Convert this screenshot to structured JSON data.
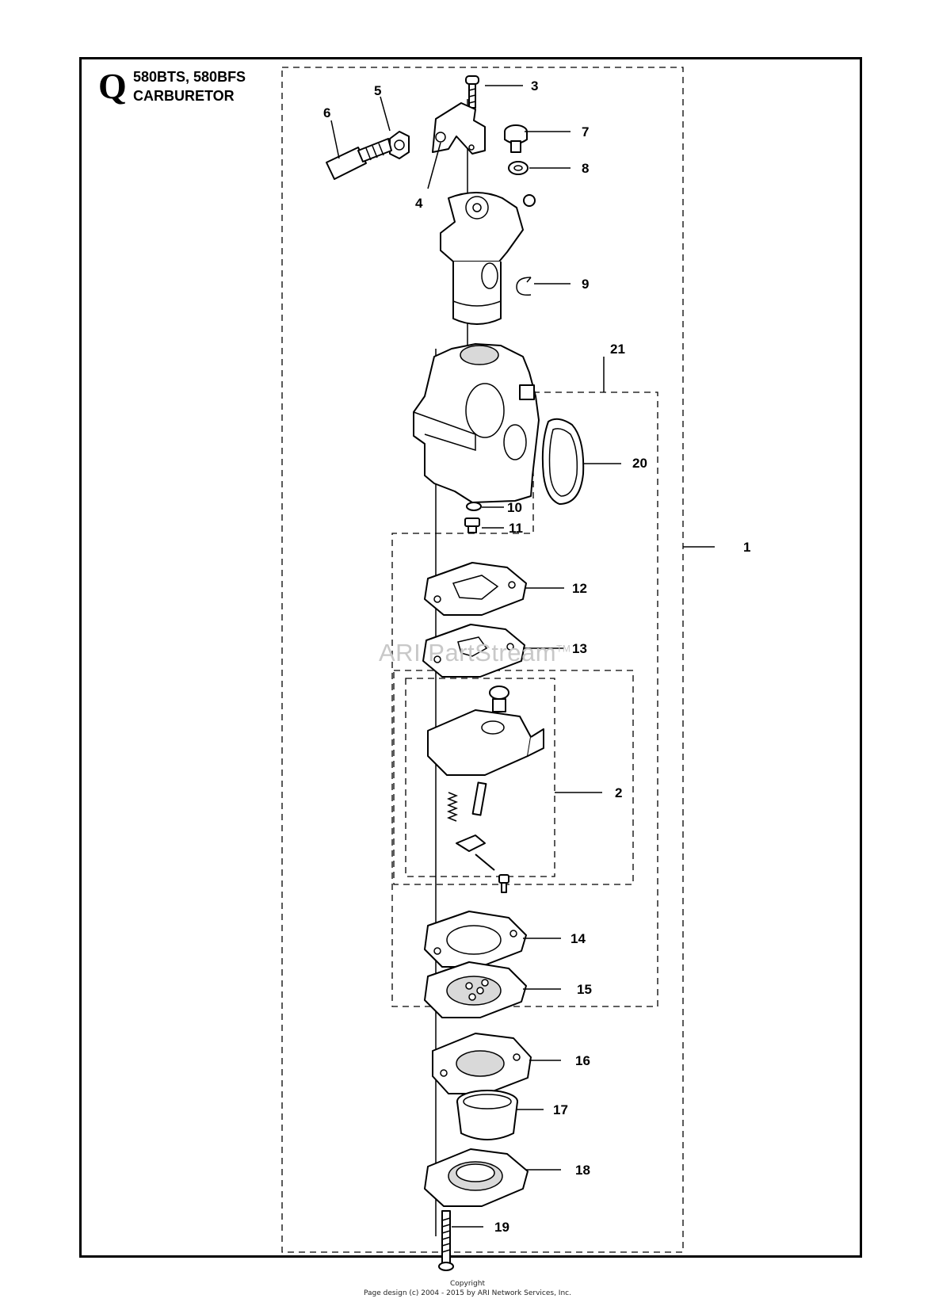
{
  "section": {
    "letter": "Q",
    "models": "580BTS, 580BFS",
    "name": "CARBURETOR"
  },
  "callouts": [
    "1",
    "2",
    "3",
    "4",
    "5",
    "6",
    "7",
    "8",
    "9",
    "10",
    "11",
    "12",
    "13",
    "14",
    "15",
    "16",
    "17",
    "18",
    "19",
    "20",
    "21"
  ],
  "watermark": {
    "text": "ARI PartStream",
    "mark": "TM"
  },
  "footer": {
    "line1": "Copyright",
    "line2": "Page design (c) 2004 - 2015 by ARI Network Services, Inc."
  }
}
